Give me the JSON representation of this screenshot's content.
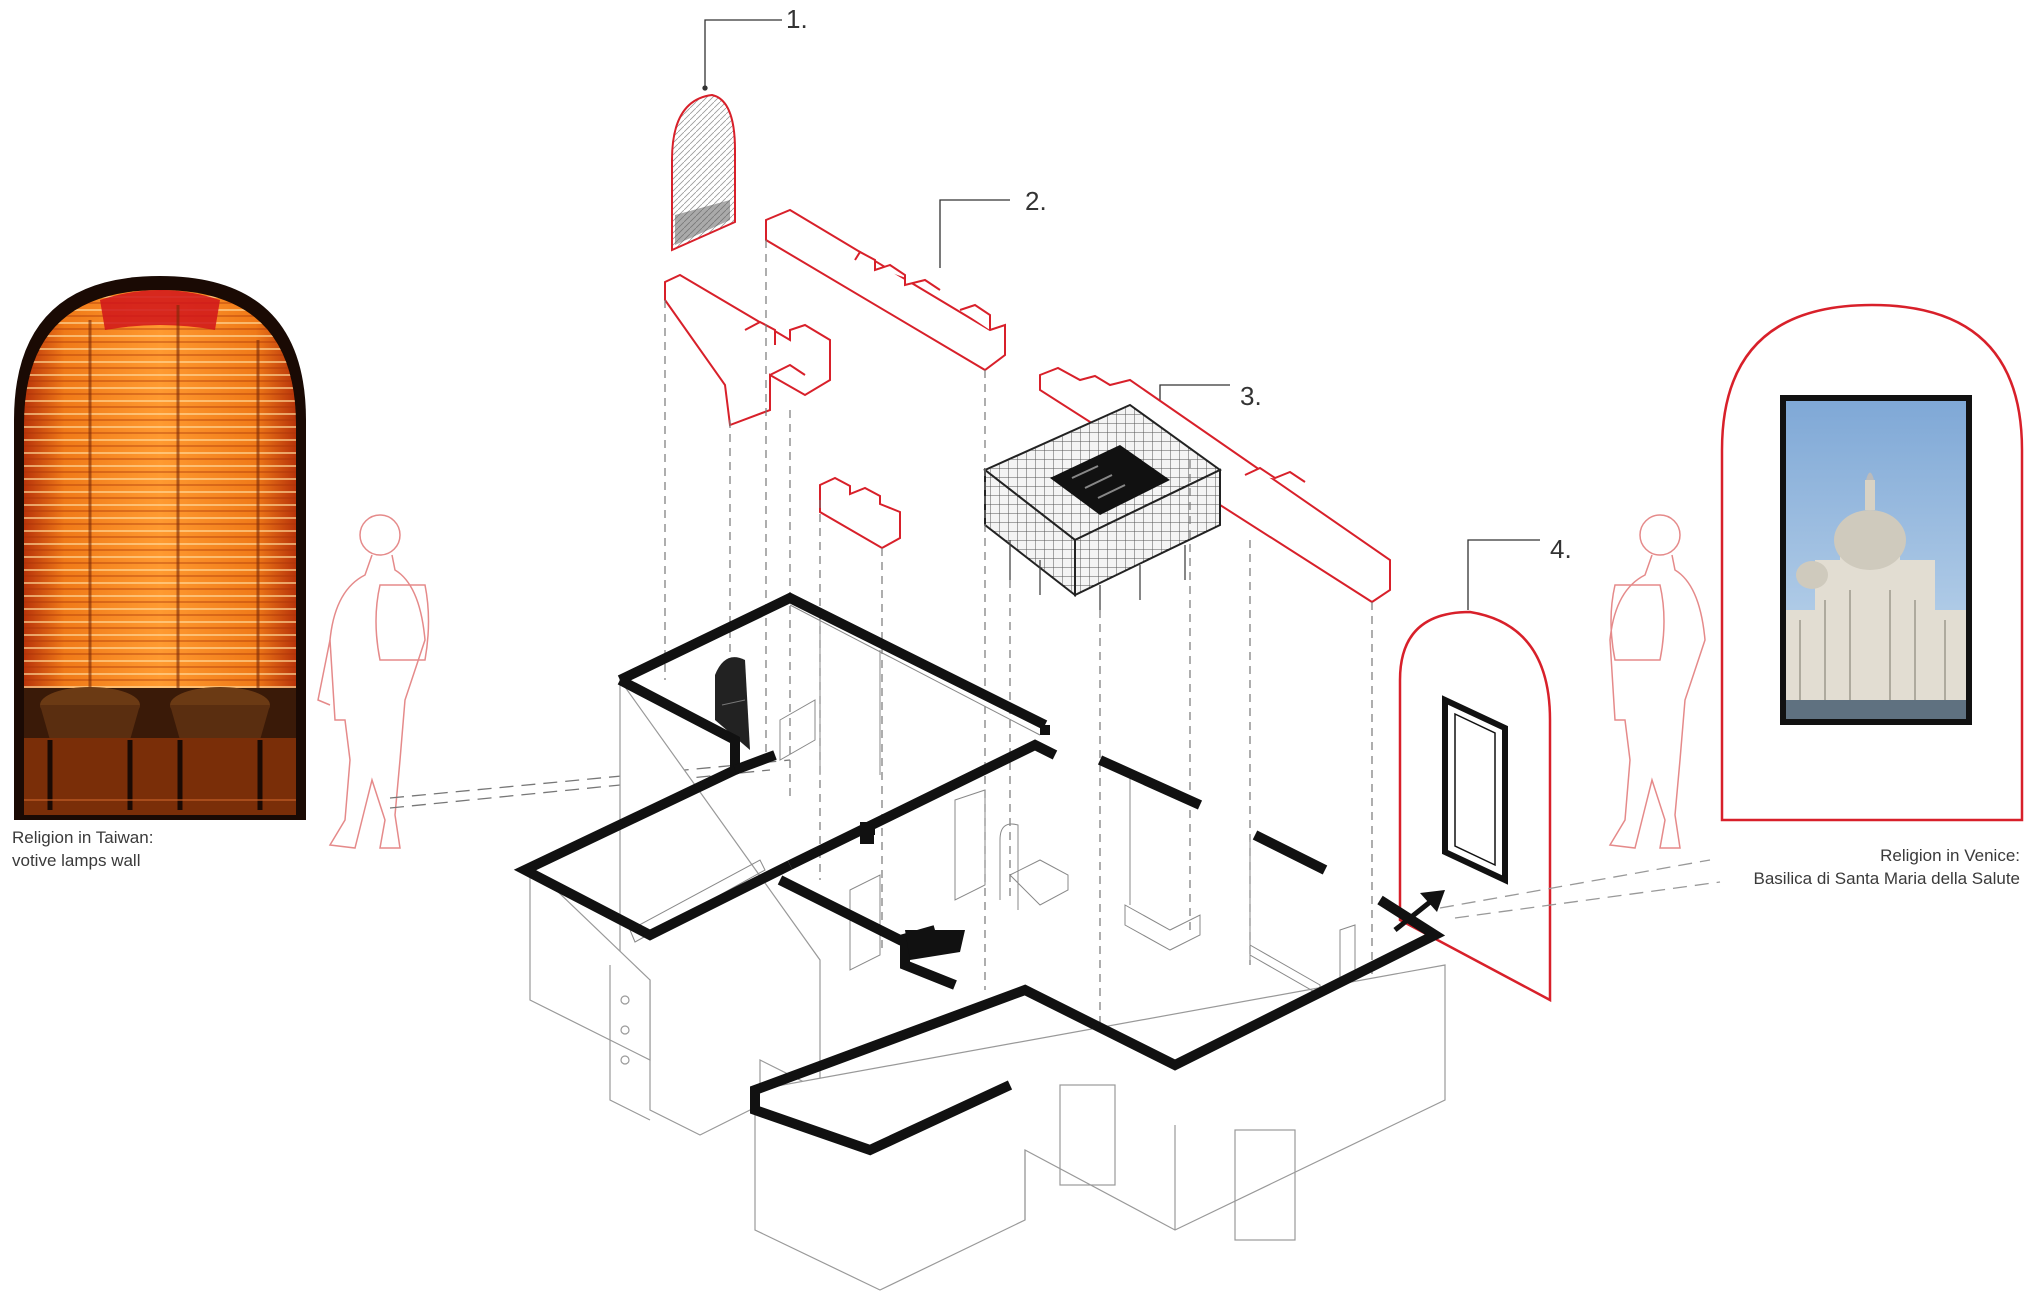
{
  "callouts": [
    {
      "id": "1",
      "label": "1."
    },
    {
      "id": "2",
      "label": "2."
    },
    {
      "id": "3",
      "label": "3."
    },
    {
      "id": "4",
      "label": "4."
    }
  ],
  "captions": {
    "left": {
      "line1": "Religion in Taiwan:",
      "line2": "votive lamps wall"
    },
    "right": {
      "line1": "Religion in Venice:",
      "line2": "Basilica di Santa Maria della Salute"
    }
  },
  "colors": {
    "accent_red": "#d8202a",
    "wall_black": "#111111",
    "line_gray": "#8a8a8a",
    "lamp_orange": "#ef6a10",
    "sky_blue": "#8fb3d9"
  },
  "icons": {
    "arrow": "arrow-up-right-icon",
    "person": "person-with-backpack-icon"
  }
}
